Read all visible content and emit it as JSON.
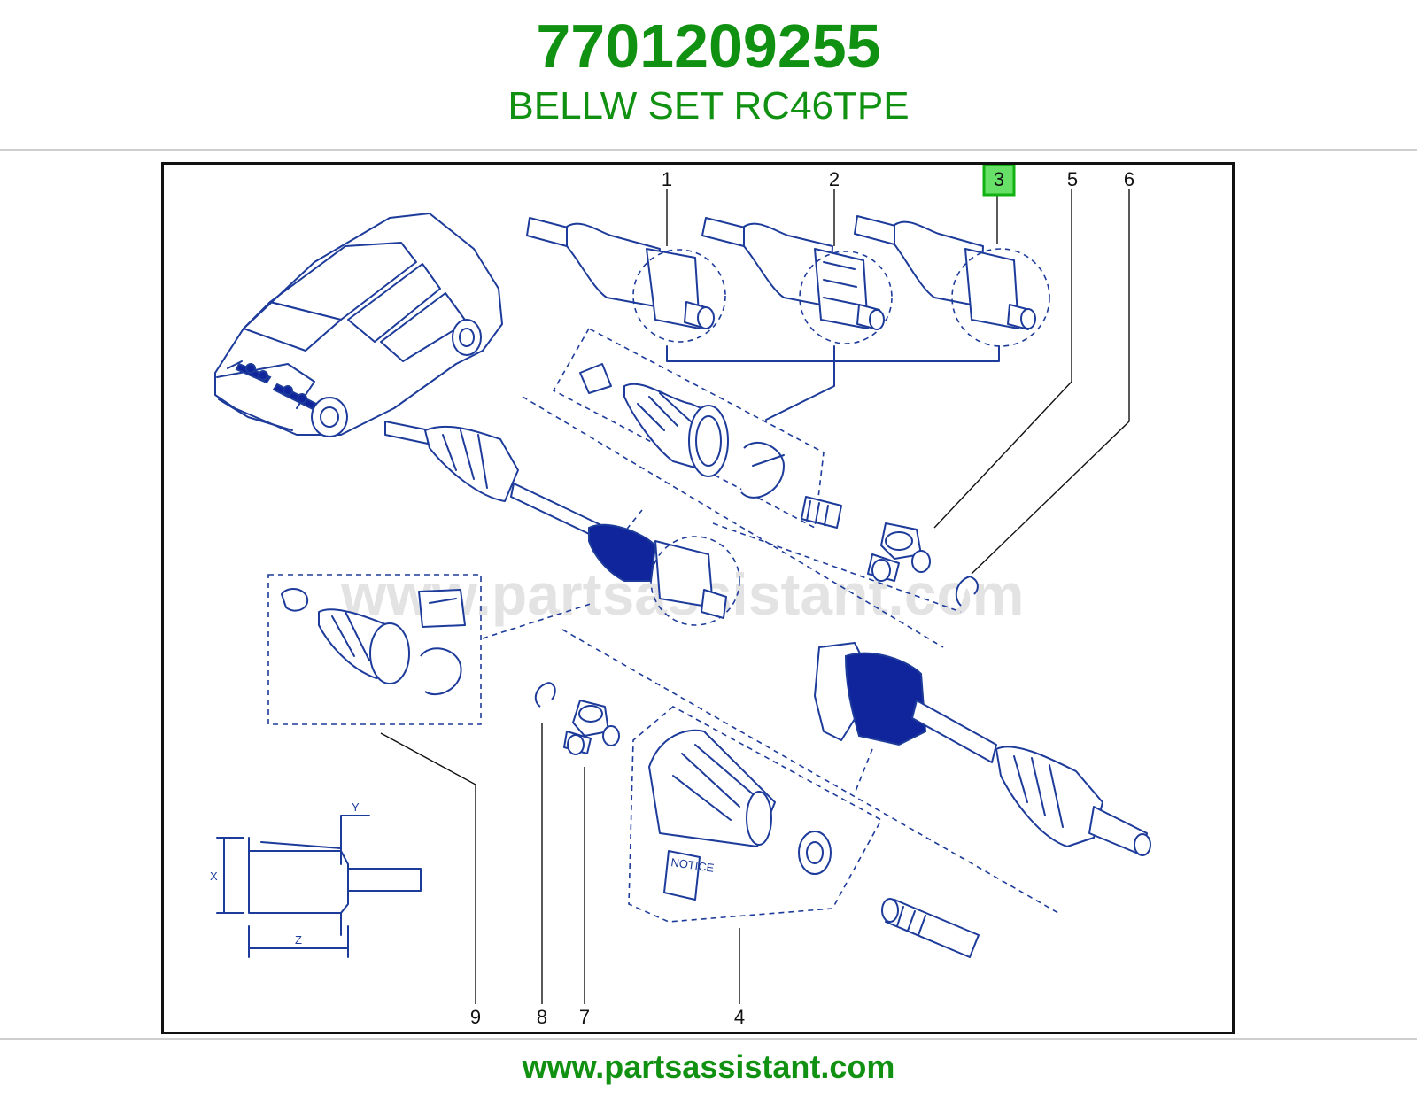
{
  "header": {
    "part_number": "7701209255",
    "description": "BELLW SET RC46TPE"
  },
  "diagram": {
    "watermark": "www.partsassistant.com",
    "callouts": {
      "c1": "1",
      "c2": "2",
      "c3": "3",
      "c4": "4",
      "c5": "5",
      "c6": "6",
      "c7": "7",
      "c8": "8",
      "c9": "9"
    },
    "highlighted_callout": "3",
    "dimensions": {
      "x": "X",
      "y": "Y",
      "z": "Z"
    },
    "notice_label": "NOTICE",
    "colors": {
      "line": "#1d3b9a",
      "fill_dark": "#10259c",
      "highlight": "#66e066"
    }
  },
  "footer": {
    "url": "www.partsassistant.com"
  },
  "brand_color": "#119111"
}
